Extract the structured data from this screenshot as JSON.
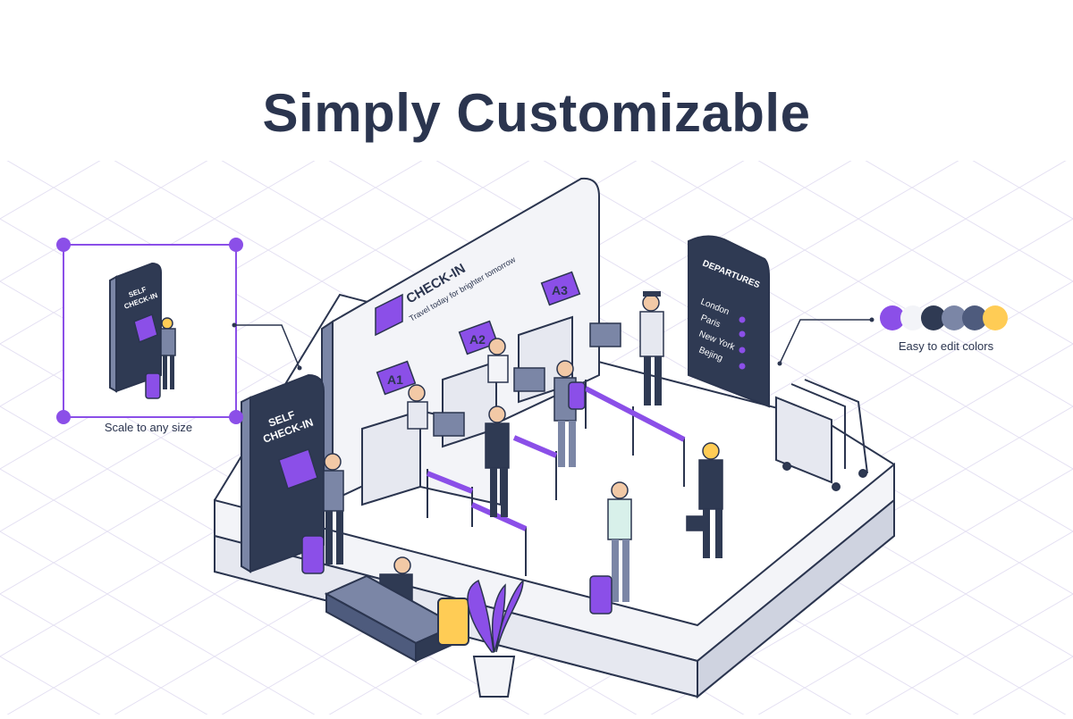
{
  "header": {
    "title": "Simply Customizable"
  },
  "callouts": {
    "scale": {
      "caption": "Scale to any size"
    },
    "colors": {
      "caption": "Easy to edit colors",
      "swatches": [
        "#8b4fe8",
        "#f3f4f8",
        "#2f3a53",
        "#7b86a6",
        "#4e5b7d",
        "#ffcc55"
      ]
    }
  },
  "scene": {
    "kiosk": {
      "label_line1": "SELF",
      "label_line2": "CHECK-IN"
    },
    "banner": {
      "title": "CHECK-IN",
      "tagline": "Travel today for brighter tomorrow"
    },
    "counters": [
      "A1",
      "A2",
      "A3"
    ],
    "departures": {
      "heading": "DEPARTURES",
      "cities": [
        "London",
        "Paris",
        "New York",
        "Bejing"
      ]
    }
  },
  "palette": {
    "accent": "#8b4fe8",
    "dark": "#2f3a53",
    "outline": "#2b354f",
    "light": "#f3f4f8",
    "mid": "#7b86a6",
    "yellow": "#ffcc55"
  }
}
